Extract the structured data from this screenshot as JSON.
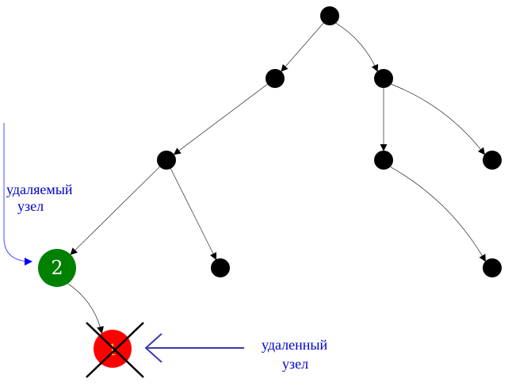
{
  "diagram": {
    "nodes": [
      {
        "id": "root",
        "label": "",
        "fill": "#000000"
      },
      {
        "id": "n-left",
        "label": "",
        "fill": "#000000"
      },
      {
        "id": "n-right",
        "label": "",
        "fill": "#000000"
      },
      {
        "id": "n-left-left",
        "label": "",
        "fill": "#000000"
      },
      {
        "id": "n-right-left",
        "label": "",
        "fill": "#000000"
      },
      {
        "id": "n-right-right",
        "label": "",
        "fill": "#000000"
      },
      {
        "id": "deleting-node",
        "label": "2",
        "fill": "#008000"
      },
      {
        "id": "n-left-left-right",
        "label": "",
        "fill": "#000000"
      },
      {
        "id": "n-right-left-right",
        "label": "",
        "fill": "#000000"
      },
      {
        "id": "deleted-node",
        "label": "1",
        "fill": "#ff0000"
      }
    ],
    "edges": [
      {
        "from": "root",
        "to": "n-left"
      },
      {
        "from": "root",
        "to": "n-right"
      },
      {
        "from": "n-left",
        "to": "n-left-left"
      },
      {
        "from": "n-right",
        "to": "n-right-left"
      },
      {
        "from": "n-right",
        "to": "n-right-right"
      },
      {
        "from": "n-left-left",
        "to": "deleting-node"
      },
      {
        "from": "n-left-left",
        "to": "n-left-left-right"
      },
      {
        "from": "n-right-left",
        "to": "n-right-left-right"
      },
      {
        "from": "deleting-node",
        "to": "deleted-node"
      }
    ],
    "annotations": {
      "deleting": {
        "line1": "удаляемый",
        "line2": "узел",
        "color": "#0000cc"
      },
      "deleted": {
        "line1": "удаленный",
        "line2": "узел",
        "color": "#0000cc"
      }
    },
    "colors": {
      "edge": "#000000",
      "deleting_arrow": "#0000ff",
      "deleted_arrow": "#3b3bb0",
      "cross": "#000000",
      "deleted_label": "#ffcc00"
    }
  }
}
